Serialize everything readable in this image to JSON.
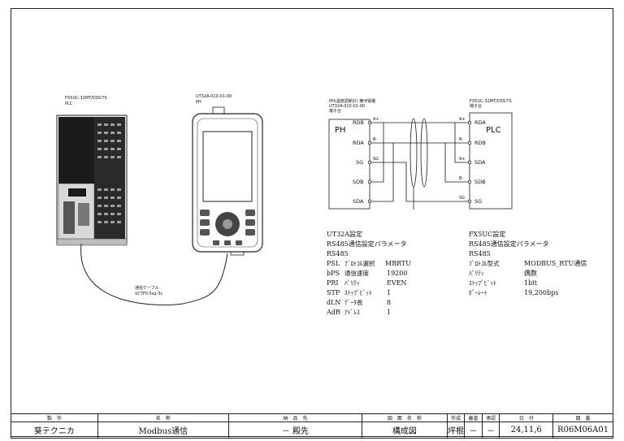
{
  "devices": {
    "plc": {
      "model": "FX5UC-32MT/DSS-TS",
      "role": "PLC"
    },
    "ph": {
      "model": "UT32A-010-01-00",
      "role": "PH"
    }
  },
  "cable": {
    "name": "通信ケーブル",
    "spec": "VCTF0.5sq-3c"
  },
  "wiring": {
    "left_title": "PH(温度調節計) 横河電機",
    "left_model": "UT32A-010-01-00",
    "left_sub": "端子台",
    "left_device": "PH",
    "left_terminals": [
      "RDB",
      "RDA",
      "SG",
      "SDB",
      "SDA"
    ],
    "left_pins": [
      "A+",
      "B-",
      "SG"
    ],
    "right_title": "FX5UC-32MT/DSS-TS",
    "right_sub": "端子台",
    "right_device": "PLC",
    "right_terminals": [
      "RDA",
      "RDB",
      "SDA",
      "SDB",
      "SG"
    ],
    "right_pins": [
      "A+",
      "B-",
      "A+",
      "B-",
      "SG"
    ]
  },
  "ut_settings": {
    "title": "UT32A設定",
    "subtitle": "RS485通信設定パラメータ",
    "interface": "RS485",
    "rows": [
      {
        "code": "PSL",
        "name": "ﾌﾟﾛﾄｺﾙ選択",
        "value": "MBRTU"
      },
      {
        "code": "bPS",
        "name": "通信速度",
        "value": "19200"
      },
      {
        "code": "PRI",
        "name": "ﾊﾟﾘﾃｨ",
        "value": "EVEN"
      },
      {
        "code": "STP",
        "name": "ｽﾄｯﾌﾟﾋﾞｯﾄ",
        "value": "1"
      },
      {
        "code": "dLN",
        "name": "ﾃﾞｰﾀ長",
        "value": "8"
      },
      {
        "code": "AdR",
        "name": "ｱﾄﾞﾚｽ",
        "value": "1"
      }
    ]
  },
  "fx_settings": {
    "title": "FX5UC設定",
    "subtitle": "RS485通信設定パラメータ",
    "interface": "RS485",
    "rows": [
      {
        "name": "ﾌﾟﾛﾄｺﾙ型式",
        "value": "MODBUS_RTU通信"
      },
      {
        "name": "ﾊﾟﾘﾃｨ",
        "value": "偶数"
      },
      {
        "name": "ｽﾄｯﾌﾟﾋﾞｯﾄ",
        "value": "1bit"
      },
      {
        "name": "ﾎﾞｰﾚｰﾄ",
        "value": "19,200bps"
      }
    ]
  },
  "title_block": {
    "headers": [
      "製　作",
      "名　称",
      "納　品　先",
      "図　面　名　称",
      "作成",
      "審査",
      "承認",
      "日　付",
      "図　番"
    ],
    "values": [
      "葵テクニカ",
      "Modbus通信",
      "－ 殿先",
      "構成図",
      "坪根",
      "－",
      "－",
      "24,11,6",
      "R06M06A01"
    ]
  },
  "colors": {
    "line": "#1a1a1a",
    "device": "#111111"
  }
}
